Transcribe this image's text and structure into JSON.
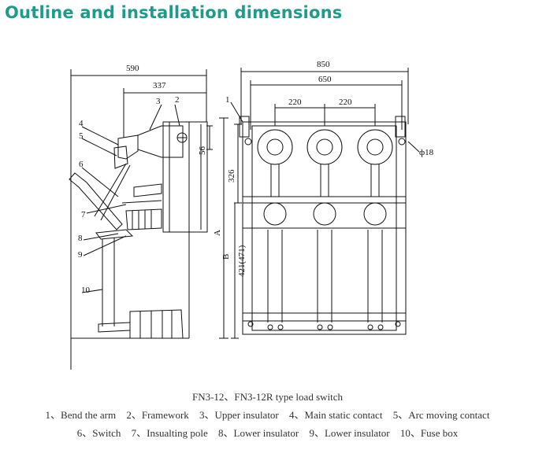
{
  "title": "Outline and installation dimensions",
  "diagram": {
    "side_view": {
      "dims": {
        "overall_width": "590",
        "partial_width": "337",
        "height_56": "56",
        "label_a": "A",
        "label_b": "B",
        "height_421": "421(471)"
      },
      "callouts": [
        "4",
        "5",
        "6",
        "7",
        "8",
        "9",
        "10",
        "3",
        "2"
      ]
    },
    "front_view": {
      "dims": {
        "overall_width": "850",
        "inner_width": "650",
        "pitch_left": "220",
        "pitch_right": "220",
        "height_326": "326",
        "hole": "ф18"
      },
      "callouts": [
        "1"
      ]
    }
  },
  "caption": "FN3-12、FN3-12R type load switch",
  "legend": {
    "row1": [
      "1、Bend the arm",
      "2、Framework",
      "3、Upper insulator",
      "4、Main static contact",
      "5、Arc moving contact"
    ],
    "row2": [
      "6、Switch",
      "7、Insualting pole",
      "8、Lower insulator",
      "9、Lower insulator",
      "10、Fuse box"
    ]
  }
}
